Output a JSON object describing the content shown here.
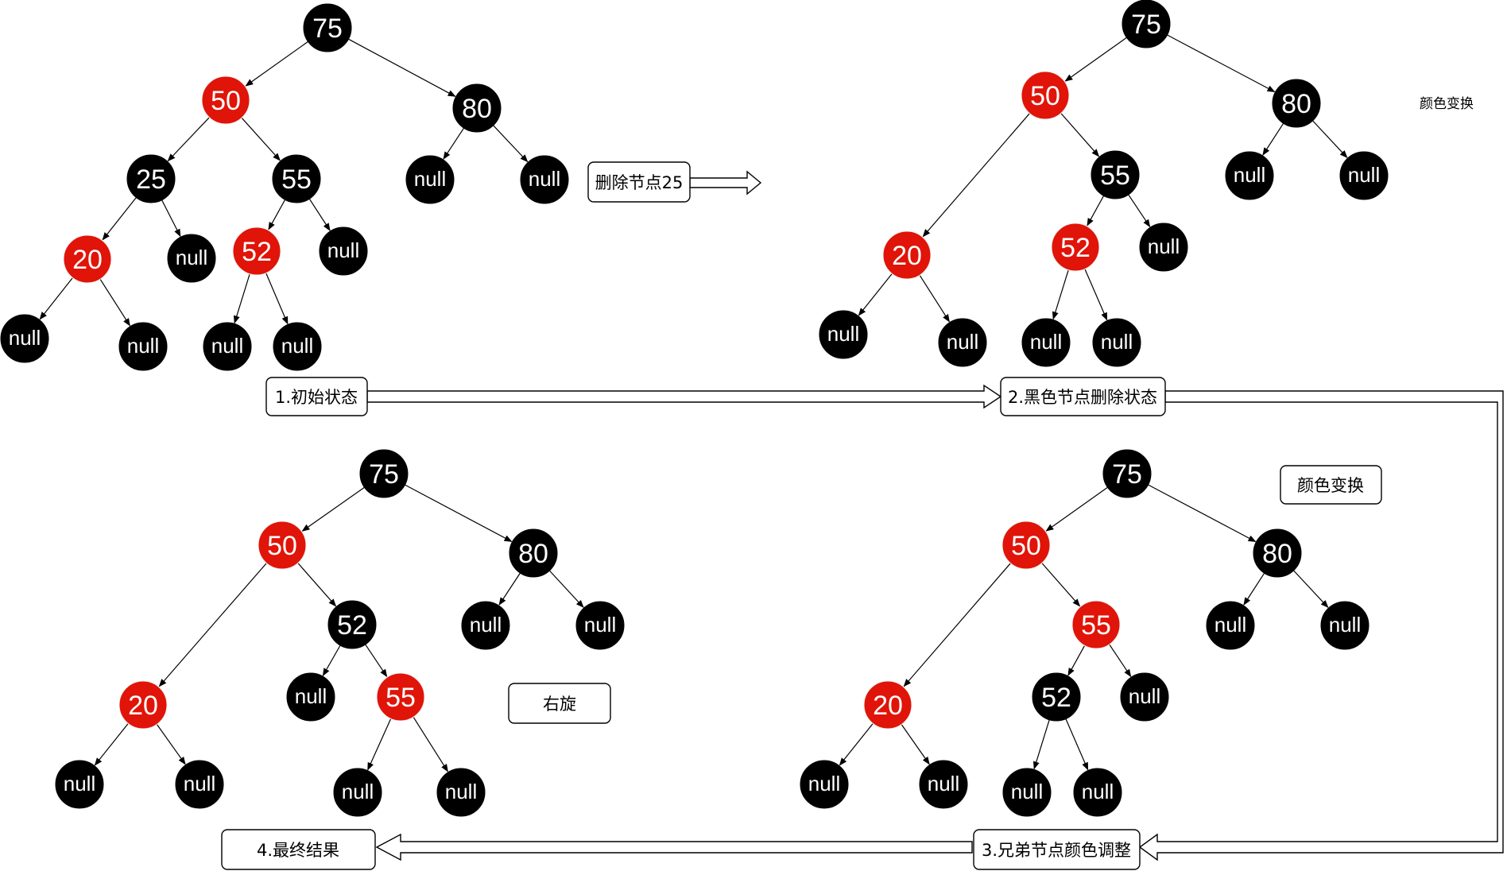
{
  "colors": {
    "red": "#e01408",
    "black": "#000000",
    "edge": "#000000",
    "box_border": "#000000"
  },
  "labels": {
    "transition": "删除节点25",
    "state1": "1.初始状态",
    "state2": "2.黑色节点删除状态",
    "state3": "3.兄弟节点颜色调整",
    "state4": "4.最终结果",
    "note_top": "颜色变换",
    "note_box": "颜色变换",
    "note_rotate": "右旋"
  },
  "trees": [
    {
      "id": "initial",
      "nodes": [
        {
          "id": "75",
          "label": "75",
          "color": "black"
        },
        {
          "id": "50",
          "label": "50",
          "color": "red"
        },
        {
          "id": "80",
          "label": "80",
          "color": "black"
        },
        {
          "id": "25",
          "label": "25",
          "color": "black"
        },
        {
          "id": "55",
          "label": "55",
          "color": "black"
        },
        {
          "id": "n80a",
          "label": "null",
          "color": "black"
        },
        {
          "id": "n80b",
          "label": "null",
          "color": "black"
        },
        {
          "id": "20",
          "label": "20",
          "color": "red"
        },
        {
          "id": "n25",
          "label": "null",
          "color": "black"
        },
        {
          "id": "52",
          "label": "52",
          "color": "red"
        },
        {
          "id": "n55",
          "label": "null",
          "color": "black"
        },
        {
          "id": "n20a",
          "label": "null",
          "color": "black"
        },
        {
          "id": "n20b",
          "label": "null",
          "color": "black"
        },
        {
          "id": "n52a",
          "label": "null",
          "color": "black"
        },
        {
          "id": "n52b",
          "label": "null",
          "color": "black"
        }
      ],
      "edges": [
        [
          "75",
          "50"
        ],
        [
          "75",
          "80"
        ],
        [
          "50",
          "25"
        ],
        [
          "50",
          "55"
        ],
        [
          "80",
          "n80a"
        ],
        [
          "80",
          "n80b"
        ],
        [
          "25",
          "20"
        ],
        [
          "25",
          "n25"
        ],
        [
          "55",
          "52"
        ],
        [
          "55",
          "n55"
        ],
        [
          "20",
          "n20a"
        ],
        [
          "20",
          "n20b"
        ],
        [
          "52",
          "n52a"
        ],
        [
          "52",
          "n52b"
        ]
      ]
    },
    {
      "id": "after-delete",
      "nodes": [
        {
          "id": "75",
          "label": "75",
          "color": "black"
        },
        {
          "id": "50",
          "label": "50",
          "color": "red"
        },
        {
          "id": "80",
          "label": "80",
          "color": "black"
        },
        {
          "id": "55",
          "label": "55",
          "color": "black"
        },
        {
          "id": "n80a",
          "label": "null",
          "color": "black"
        },
        {
          "id": "n80b",
          "label": "null",
          "color": "black"
        },
        {
          "id": "20",
          "label": "20",
          "color": "red"
        },
        {
          "id": "52",
          "label": "52",
          "color": "red"
        },
        {
          "id": "n55",
          "label": "null",
          "color": "black"
        },
        {
          "id": "n20a",
          "label": "null",
          "color": "black"
        },
        {
          "id": "n20b",
          "label": "null",
          "color": "black"
        },
        {
          "id": "n52a",
          "label": "null",
          "color": "black"
        },
        {
          "id": "n52b",
          "label": "null",
          "color": "black"
        }
      ],
      "edges": [
        [
          "75",
          "50"
        ],
        [
          "75",
          "80"
        ],
        [
          "50",
          "20"
        ],
        [
          "50",
          "55"
        ],
        [
          "80",
          "n80a"
        ],
        [
          "80",
          "n80b"
        ],
        [
          "55",
          "52"
        ],
        [
          "55",
          "n55"
        ],
        [
          "20",
          "n20a"
        ],
        [
          "20",
          "n20b"
        ],
        [
          "52",
          "n52a"
        ],
        [
          "52",
          "n52b"
        ]
      ]
    },
    {
      "id": "sibling-recolor",
      "nodes": [
        {
          "id": "75",
          "label": "75",
          "color": "black"
        },
        {
          "id": "50",
          "label": "50",
          "color": "red"
        },
        {
          "id": "80",
          "label": "80",
          "color": "black"
        },
        {
          "id": "55",
          "label": "55",
          "color": "red"
        },
        {
          "id": "n80a",
          "label": "null",
          "color": "black"
        },
        {
          "id": "n80b",
          "label": "null",
          "color": "black"
        },
        {
          "id": "20",
          "label": "20",
          "color": "red"
        },
        {
          "id": "52",
          "label": "52",
          "color": "black"
        },
        {
          "id": "n55",
          "label": "null",
          "color": "black"
        },
        {
          "id": "n20a",
          "label": "null",
          "color": "black"
        },
        {
          "id": "n20b",
          "label": "null",
          "color": "black"
        },
        {
          "id": "n52a",
          "label": "null",
          "color": "black"
        },
        {
          "id": "n52b",
          "label": "null",
          "color": "black"
        }
      ],
      "edges": [
        [
          "75",
          "50"
        ],
        [
          "75",
          "80"
        ],
        [
          "50",
          "20"
        ],
        [
          "50",
          "55"
        ],
        [
          "80",
          "n80a"
        ],
        [
          "80",
          "n80b"
        ],
        [
          "55",
          "52"
        ],
        [
          "55",
          "n55"
        ],
        [
          "20",
          "n20a"
        ],
        [
          "20",
          "n20b"
        ],
        [
          "52",
          "n52a"
        ],
        [
          "52",
          "n52b"
        ]
      ]
    },
    {
      "id": "final",
      "nodes": [
        {
          "id": "75",
          "label": "75",
          "color": "black"
        },
        {
          "id": "50",
          "label": "50",
          "color": "red"
        },
        {
          "id": "80",
          "label": "80",
          "color": "black"
        },
        {
          "id": "52",
          "label": "52",
          "color": "black"
        },
        {
          "id": "n80a",
          "label": "null",
          "color": "black"
        },
        {
          "id": "n80b",
          "label": "null",
          "color": "black"
        },
        {
          "id": "20",
          "label": "20",
          "color": "red"
        },
        {
          "id": "n52",
          "label": "null",
          "color": "black"
        },
        {
          "id": "55",
          "label": "55",
          "color": "red"
        },
        {
          "id": "n20a",
          "label": "null",
          "color": "black"
        },
        {
          "id": "n20b",
          "label": "null",
          "color": "black"
        },
        {
          "id": "n55a",
          "label": "null",
          "color": "black"
        },
        {
          "id": "n55b",
          "label": "null",
          "color": "black"
        }
      ],
      "edges": [
        [
          "75",
          "50"
        ],
        [
          "75",
          "80"
        ],
        [
          "50",
          "20"
        ],
        [
          "50",
          "52"
        ],
        [
          "80",
          "n80a"
        ],
        [
          "80",
          "n80b"
        ],
        [
          "52",
          "n52"
        ],
        [
          "52",
          "55"
        ],
        [
          "20",
          "n20a"
        ],
        [
          "20",
          "n20b"
        ],
        [
          "55",
          "n55a"
        ],
        [
          "55",
          "n55b"
        ]
      ]
    }
  ]
}
